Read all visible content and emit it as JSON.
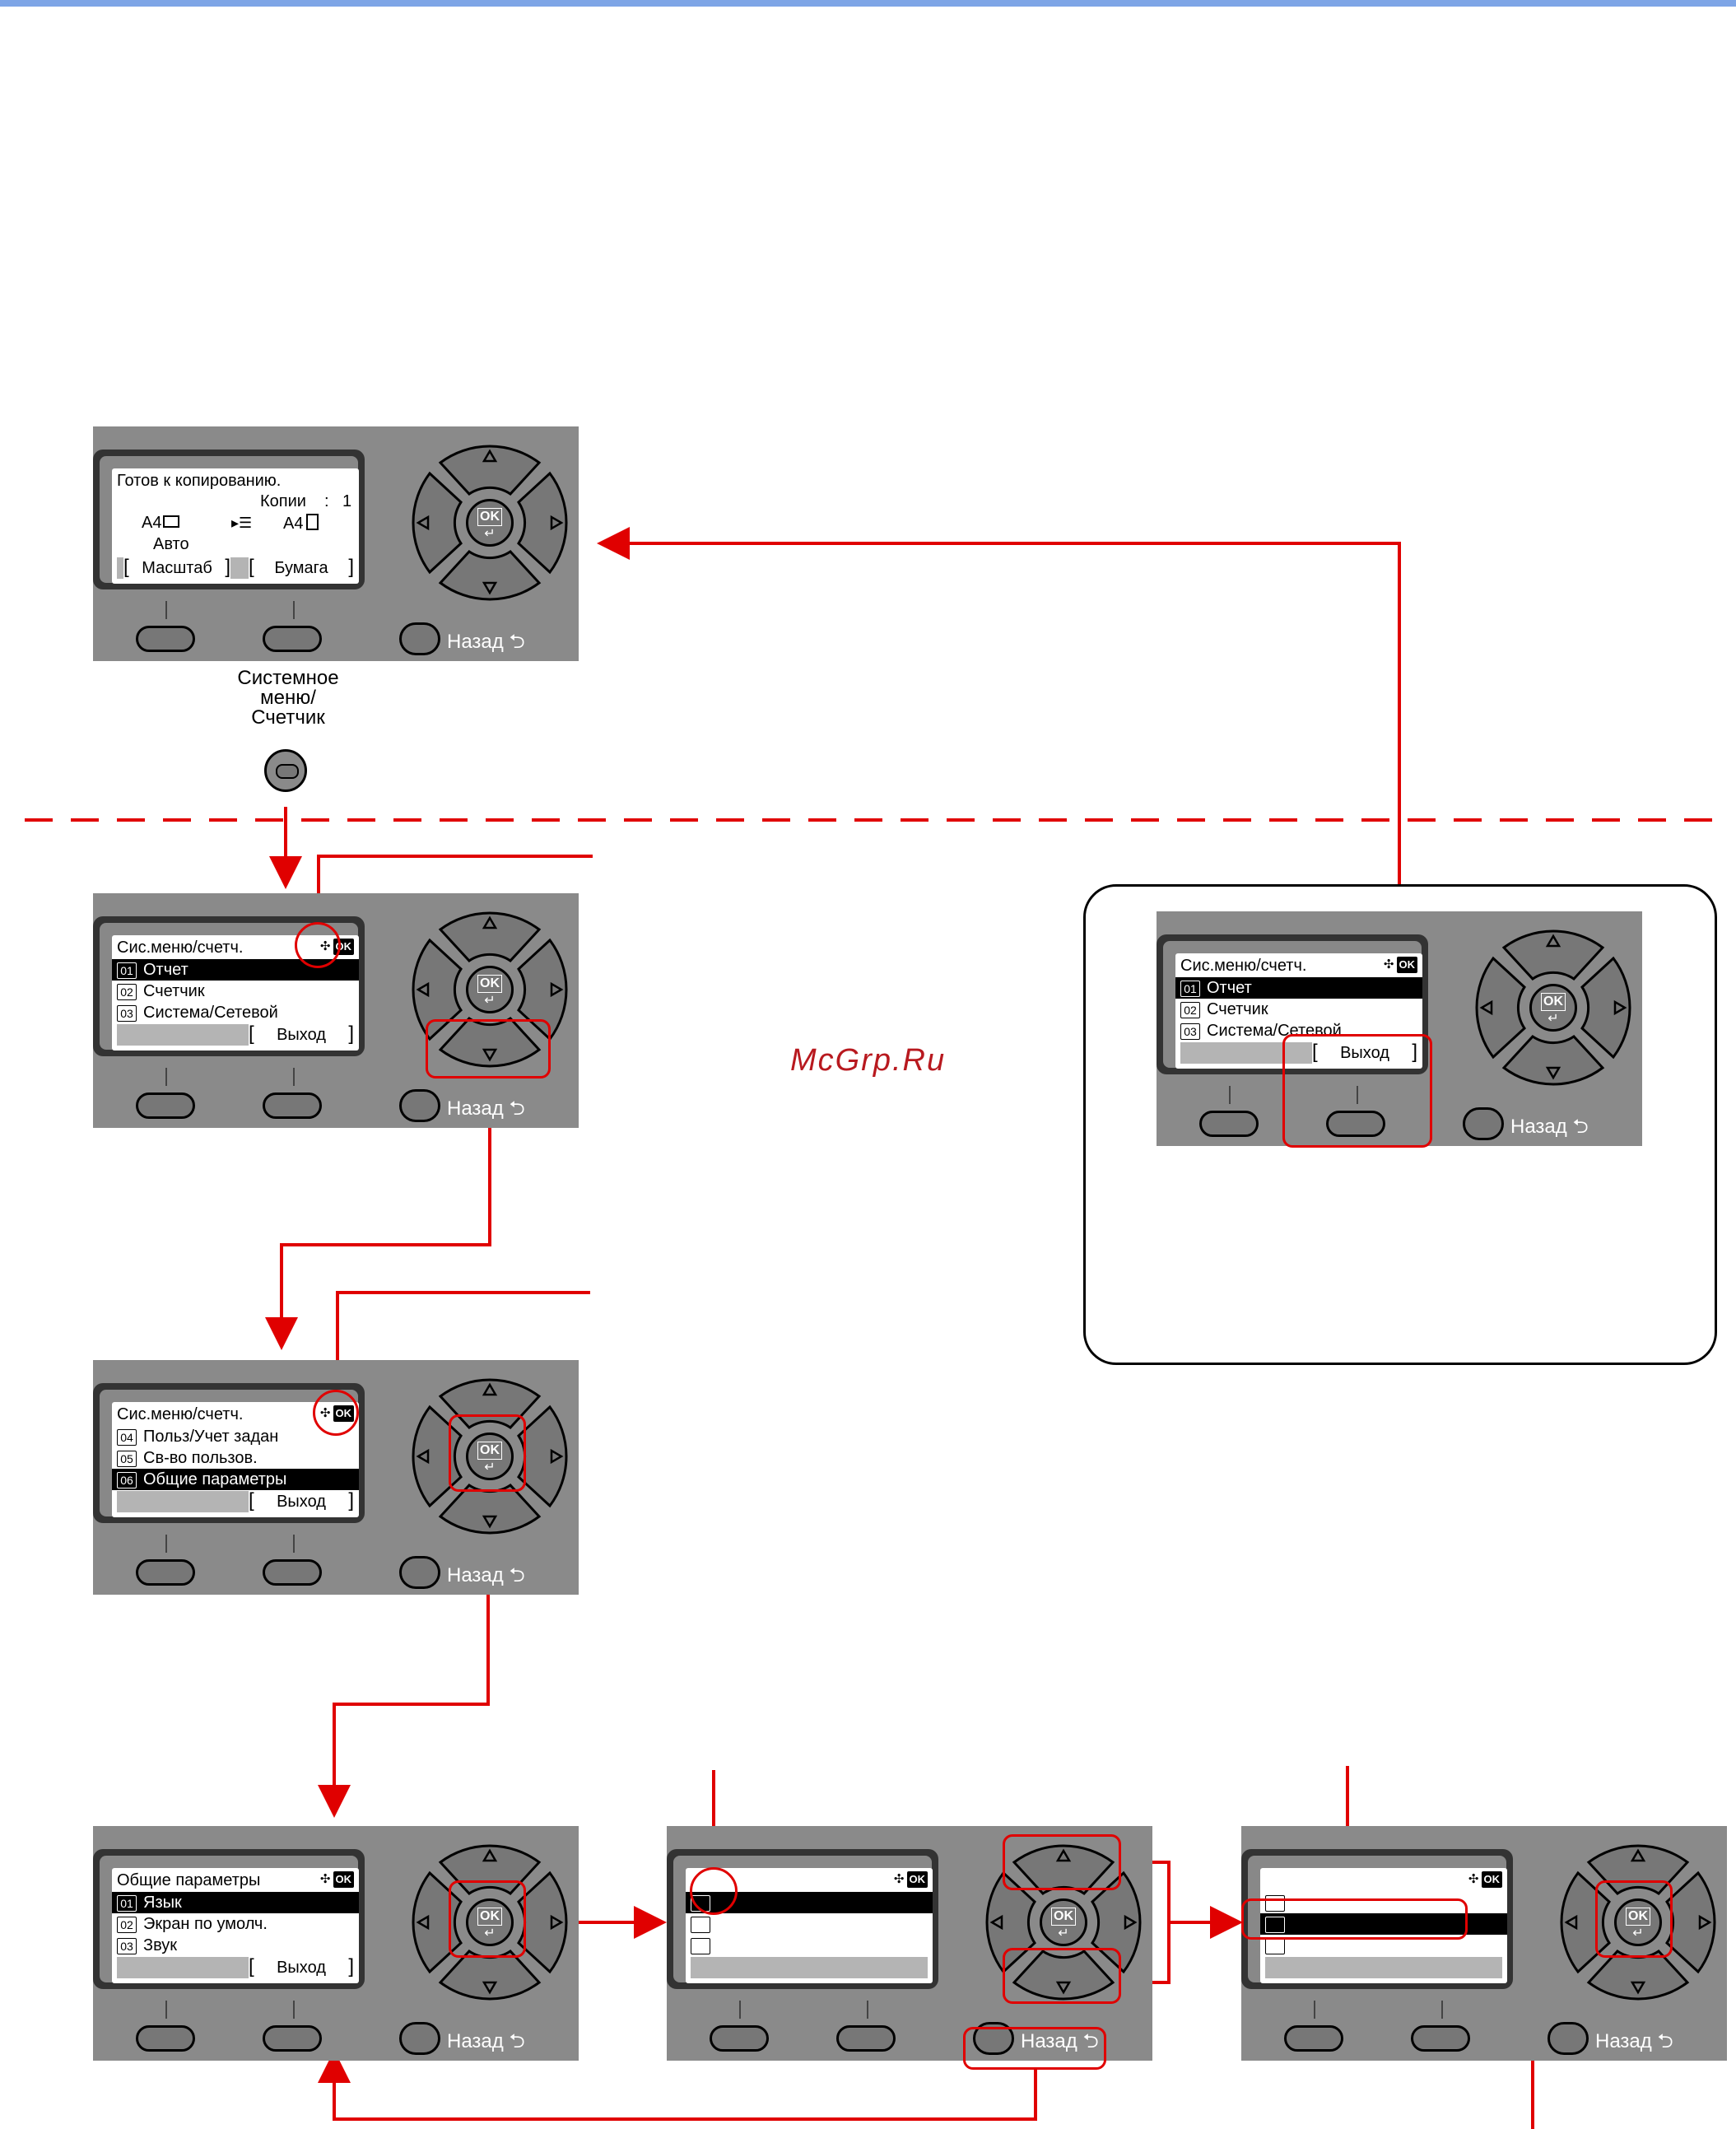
{
  "watermark": "McGrp.Ru",
  "back_label": "Назад",
  "back_glyph": "⮌",
  "ok_label": "OK",
  "enter_glyph": "↵",
  "arrows": {
    "up": "▵",
    "down": "▿",
    "left": "◃",
    "right": "▹"
  },
  "nav_icon": {
    "cross": "✣",
    "ok": "OK"
  },
  "sys_button_caption": [
    "Системное",
    "меню/",
    "Счетчик"
  ],
  "screen_ready": {
    "line1": "Готов к копированию.",
    "copies": "Копии",
    "copies_sep": ":",
    "copies_value": "1",
    "orig_size": "A4",
    "paper_size": "A4",
    "auto": "Авто",
    "softkey_left": "Масштаб",
    "softkey_right": "Бумага"
  },
  "screen_sysmenu_1": {
    "title": "Сис.меню/счетч.",
    "rows": [
      {
        "num": "01",
        "label": "Отчет"
      },
      {
        "num": "02",
        "label": "Счетчик"
      },
      {
        "num": "03",
        "label": "Система/Сетевой"
      }
    ],
    "softkey": "Выход"
  },
  "screen_sysmenu_2": {
    "title": "Сис.меню/счетч.",
    "rows": [
      {
        "num": "04",
        "label": "Польз/Учет задан"
      },
      {
        "num": "05",
        "label": "Св-во пользов."
      },
      {
        "num": "06",
        "label": "Общие параметры"
      }
    ],
    "softkey": "Выход"
  },
  "screen_general": {
    "title": "Общие параметры",
    "rows": [
      {
        "num": "01",
        "label": "Язык"
      },
      {
        "num": "02",
        "label": "Экран по умолч."
      },
      {
        "num": "03",
        "label": "Звук"
      }
    ],
    "softkey": "Выход"
  },
  "screen_exit_example": {
    "title": "Сис.меню/счетч.",
    "rows": [
      {
        "num": "01",
        "label": "Отчет"
      },
      {
        "num": "02",
        "label": "Счетчик"
      },
      {
        "num": "03",
        "label": "Система/Сетевой"
      }
    ],
    "softkey": "Выход"
  },
  "colors": {
    "accent_red": "#e00000",
    "panel_gray": "#8a8a8a",
    "top_bar": "#7ea5e6"
  }
}
